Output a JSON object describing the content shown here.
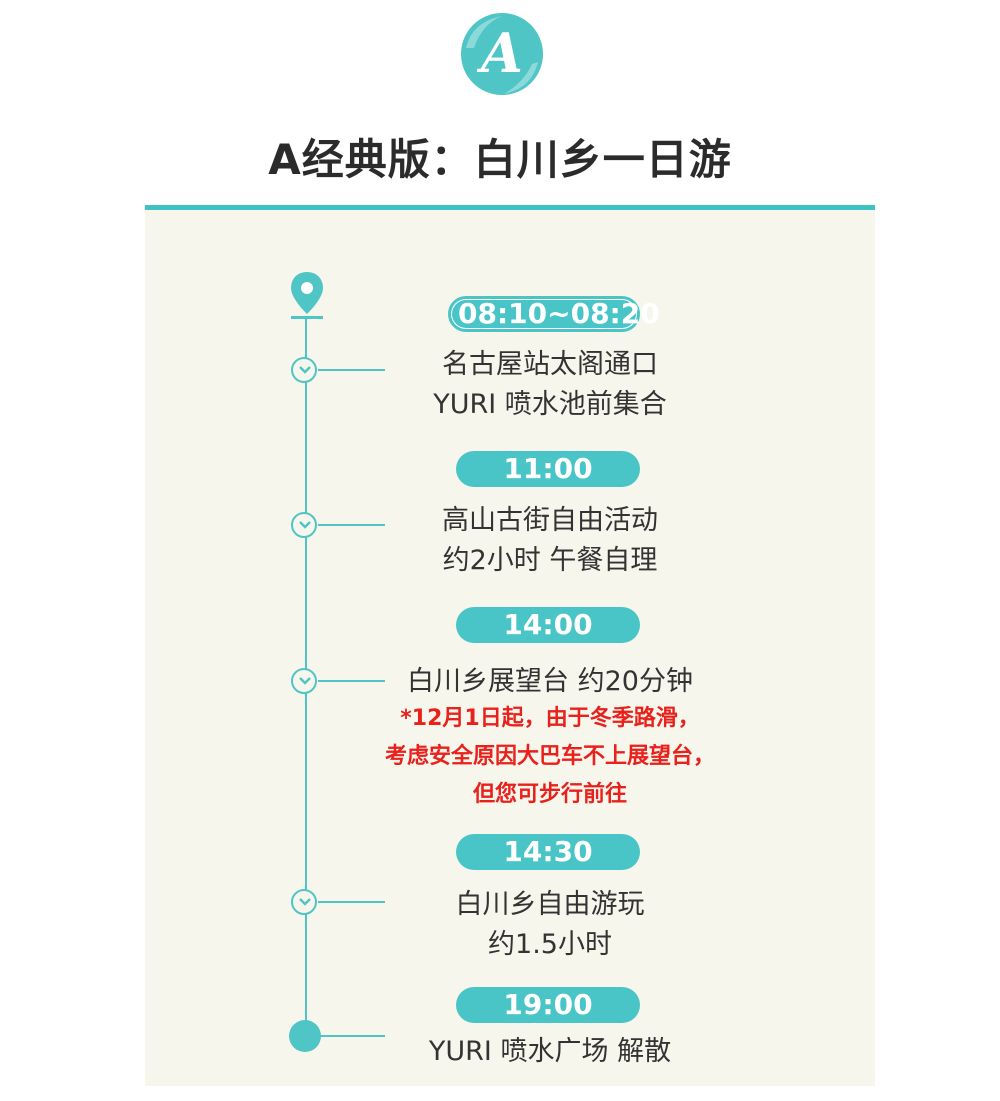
{
  "logo": {
    "letter": "A",
    "icon": "brush-circle-logo-icon"
  },
  "title": "A经典版：白川乡一日游",
  "colors": {
    "accent": "#4fc5c6",
    "panel": "#f7f6ec",
    "note": "#e8211c"
  },
  "icons": {
    "start": "location-pin-icon",
    "step": "chevron-down-circle-icon",
    "end": "filled-circle-icon"
  },
  "schedule": [
    {
      "time": "08:10~08:20",
      "line1": "名古屋站太阁通口",
      "line2": "YURI 喷水池前集合"
    },
    {
      "time": "11:00",
      "line1": "高山古街自由活动",
      "line2": "约2小时  午餐自理"
    },
    {
      "time": "14:00",
      "line1": "白川乡展望台 约20分钟",
      "note1": "*12月1日起，由于冬季路滑，",
      "note2": "考虑安全原因大巴车不上展望台，",
      "note3": "但您可步行前往"
    },
    {
      "time": "14:30",
      "line1": "白川乡自由游玩",
      "line2": "约1.5小时"
    },
    {
      "time": "19:00",
      "line1": "YURI 喷水广场 解散"
    }
  ]
}
